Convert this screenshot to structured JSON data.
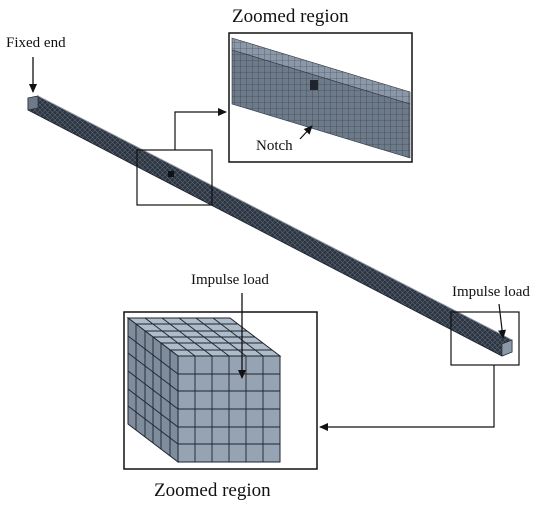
{
  "labels": {
    "fixed_end": "Fixed end",
    "zoomed_region_top": "Zoomed region",
    "notch": "Notch",
    "impulse_load_right": "Impulse load",
    "impulse_load_inset": "Impulse load",
    "zoomed_region_bottom": "Zoomed region"
  },
  "colors": {
    "mesh_dark": "#2c3440",
    "mesh_light": "#aebbc9",
    "mesh_mid": "#7e8c9c",
    "line": "#111111"
  }
}
